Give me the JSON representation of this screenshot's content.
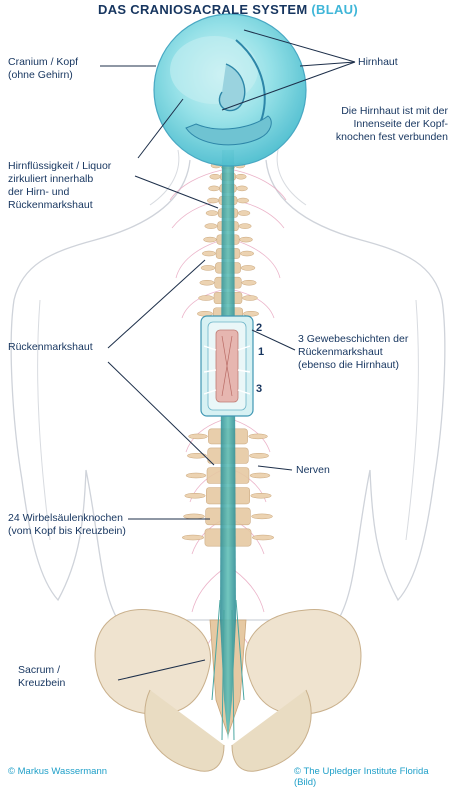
{
  "title": {
    "main": "DAS CRANIOSACRALE SYSTEM",
    "accent": "(BLAU)"
  },
  "labels": {
    "cranium": "Cranium / Kopf\n(ohne Gehirn)",
    "hirnhaut": "Hirnhaut",
    "hirnhaut_note": "Die Hirnhaut ist mit der\nInnenseite der Kopf-\nknochen fest verbunden",
    "liquor": "Hirnflüssigkeit / Liquor\nzirkuliert innerhalb\nder Hirn- und\nRückenmarkshaut",
    "rueckenmarkshaut": "Rückenmarkshaut",
    "gewebeschichten": "3 Gewebeschichten der\nRückenmarkshaut\n(ebenso die Hirnhaut)",
    "nerven": "Nerven",
    "wirbel": "24 Wirbelsäulenknochen\n(vom Kopf bis Kreuzbein)",
    "sacrum": "Sacrum /\nKreuzbein"
  },
  "layer_numbers": [
    "2",
    "1",
    "3"
  ],
  "credits": {
    "left": "© Markus Wassermann",
    "right": "© The Upledger Institute Florida\n(Bild)"
  },
  "colors": {
    "label_text": "#16355f",
    "accent_blue": "#3fb6d8",
    "credit_text": "#1e9fc8",
    "cranium_fill": "#8fdfe6",
    "spinal_cord": "#3fa3a8",
    "bone": "#e6c9a3",
    "nerve": "#e8a7c0"
  }
}
